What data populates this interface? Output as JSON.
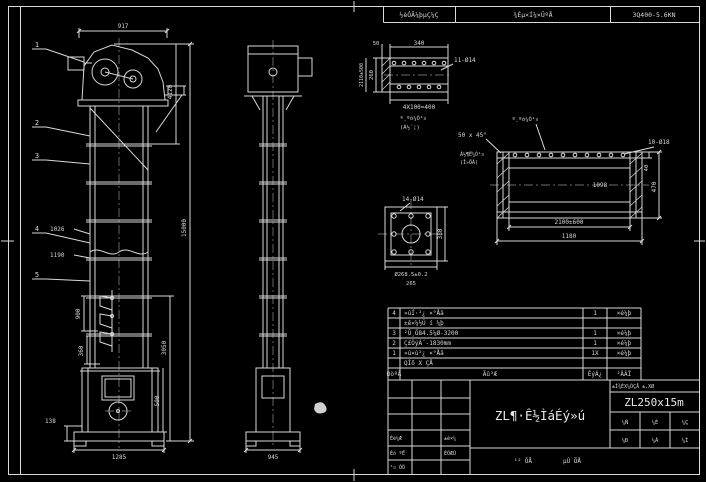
{
  "colors": {
    "bg": "#000000",
    "line": "#d9d9d9"
  },
  "header_strip": {
    "borrow_record": "½èÓÃ¼þµÇ¼Ç",
    "old_drawing_no": "¾Éµ×Í¼×ÜºÅ",
    "drawing_code": "3Q400-5.6KN"
  },
  "front_view": {
    "balloons": [
      "1",
      "2",
      "3",
      "4",
      "5"
    ],
    "dim_917": "917",
    "dim_4120": "4120",
    "dim_15000": "15000",
    "dim_3050": "3050",
    "dim_1026": "1026",
    "dim_1190": "1190",
    "dim_900": "900",
    "dim_360": "360",
    "dim_500": "500",
    "dim_138": "138",
    "dim_1285": "1285"
  },
  "side_view": {
    "dim_945": "945"
  },
  "detail_channel": {
    "dim_340": "340",
    "dim_50": "50",
    "dim_260": "260",
    "dim_2110": "2110±500",
    "holes": "11-Ø14",
    "dim_4x100": "4X100=400",
    "note1": "º¸ºó¼Ó¹¤",
    "note2": "(Á½´¦)"
  },
  "detail_flange": {
    "holes": "14-Ø14",
    "dim_380": "380",
    "dim_bolt_circle": "Ø268.5±0.2",
    "dim_265": "265"
  },
  "detail_casing": {
    "chamfer": "50 x 45°",
    "weld_note": "º¸ºó¼Ó¹¤",
    "note_left1": "Á½¶Ë¼Ó¹¤",
    "note_left2": "(Î»ÖÃ)",
    "holes": "10-Ø18",
    "dim_1098": "1098",
    "dim_470": "470",
    "dim_40": "40",
    "dim_2100": "2100±600",
    "dim_1180": "1180"
  },
  "bom": {
    "header": {
      "no": "ÐòºÅ",
      "name": "Ãû³Æ",
      "qty": "ÊýÁ¿",
      "material": "²ÄÁÏ"
    },
    "rows": [
      {
        "no": "4",
        "name": "»úÍ·²¿ ×°Åä",
        "qty": "1",
        "material": "×é¼þ"
      },
      {
        "no": "",
        "name": "±ê×¼½Ú í ¼þ",
        "qty": "",
        "material": ""
      },
      {
        "no": "3",
        "name": "²Û¸Ö84.5¼Ø-3200",
        "qty": "1",
        "material": "×é¼þ"
      },
      {
        "no": "2",
        "name": "Ç£ÒýÁ´-1830mm",
        "qty": "1",
        "material": "×é¼þ"
      },
      {
        "no": "1",
        "name": "»ú×ù²¿ ×°Åä",
        "qty": "1X",
        "material": "×é¼þ"
      },
      {
        "no": "",
        "name": "QÌõ X ÇÅ",
        "qty": "",
        "material": ""
      }
    ]
  },
  "title_block": {
    "tolerance_note": "±Ì¾ÉX¼ÒÇÅ ±,XØ",
    "drawing_title": "ZL¶·Ê½ÌáÉý»ú",
    "model": "ZL250x15m",
    "grid_row1": [
      "¼Ñ",
      "¼È",
      "¼Ç"
    ],
    "grid_row2": [
      "¼Ð",
      "¼Á",
      "¼Í"
    ],
    "left_rows": [
      {
        "a": "Éè¼Æ",
        "b": "±ê×¼"
      },
      {
        "a": "Éó ºË",
        "b": "ÈÕÆÚ"
      },
      {
        "a": "¹¤ ÒÕ",
        "b": ""
      }
    ],
    "sheet_left": "¹² ÕÅ",
    "sheet_right": "µÚ ÕÅ"
  }
}
